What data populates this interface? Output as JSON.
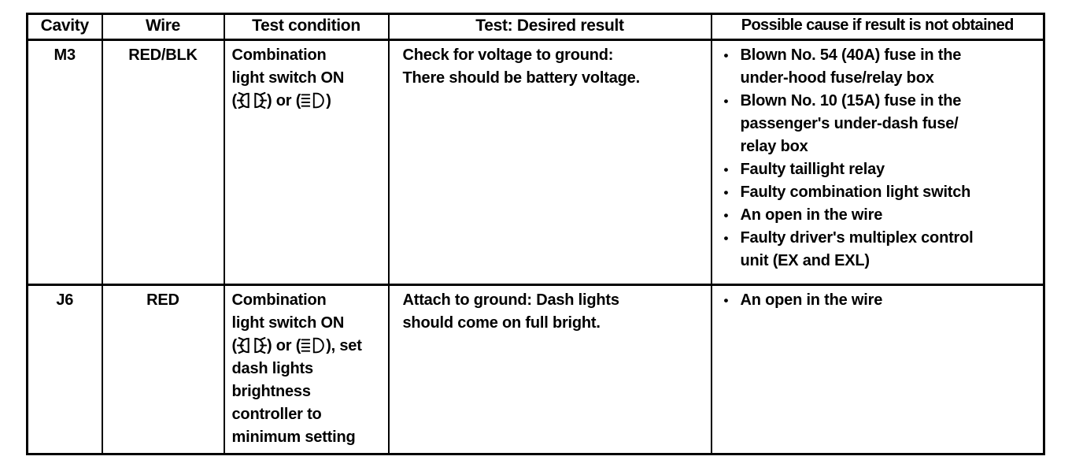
{
  "colors": {
    "ink": "#000000",
    "paper": "#ffffff"
  },
  "icons": {
    "parking_lights": "parking-lights-icon",
    "headlights": "headlights-icon"
  },
  "table": {
    "headers": {
      "cavity": "Cavity",
      "wire": "Wire",
      "test_condition": "Test condition",
      "desired_result": "Test: Desired result",
      "possible_cause": "Possible cause if result is not obtained"
    },
    "rows": [
      {
        "cavity": "M3",
        "wire": "RED/BLK",
        "test_condition": {
          "before_icons": "Combination\nlight switch ON\n(",
          "between_icons": ") or (",
          "after_icons": ")"
        },
        "desired_result": "Check for voltage to ground:\nThere should be battery voltage.",
        "causes": [
          "Blown No. 54 (40A) fuse in the\nunder-hood fuse/relay box",
          "Blown No. 10 (15A) fuse in the\npassenger's under-dash fuse/\nrelay box",
          "Faulty taillight relay",
          "Faulty combination light switch",
          "An open in the wire",
          "Faulty driver's multiplex control\nunit (EX and EXL)"
        ]
      },
      {
        "cavity": "J6",
        "wire": "RED",
        "test_condition": {
          "before_icons": "Combination\nlight switch ON\n(",
          "between_icons": ") or (",
          "after_icons": "), set\ndash lights\nbrightness\ncontroller to\nminimum setting"
        },
        "desired_result": "Attach to ground: Dash lights\nshould come on full bright.",
        "causes": [
          "An open in the wire"
        ]
      }
    ],
    "bullet_glyph": "•"
  }
}
